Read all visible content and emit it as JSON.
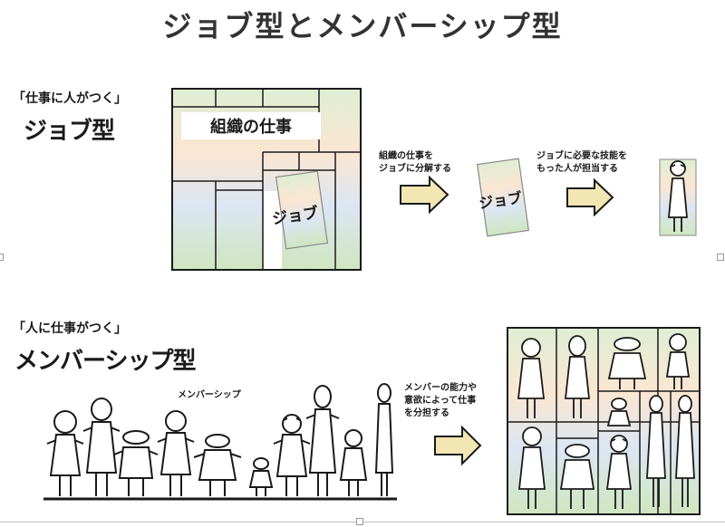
{
  "title": "ジョブ型とメンバーシップ型",
  "job": {
    "subtitle": "「仕事に人がつく」",
    "heading": "ジョブ型",
    "org_work_label": "組織の仕事",
    "job_block_label": "ジョブ",
    "step1_text": [
      "組織の仕事を",
      "ジョブに分解する"
    ],
    "job_card_label": "ジョブ",
    "step2_text": [
      "ジョブに必要な技能を",
      "もった人が担当する"
    ]
  },
  "membership": {
    "subtitle": "「人に仕事がつく」",
    "heading": "メンバーシップ型",
    "group_label": "メンバーシップ",
    "step_text": [
      "メンバーの能力や",
      "意欲によって仕事",
      "を分担する"
    ]
  },
  "colors": {
    "grad_top": "#dfeed4",
    "grad_mid": "#fbe6d2",
    "grad_low": "#dbe6f3",
    "grad_bottom": "#cfe6bf",
    "arrow_fill": "#f2e7b3",
    "stroke": "#1a1a1a"
  }
}
